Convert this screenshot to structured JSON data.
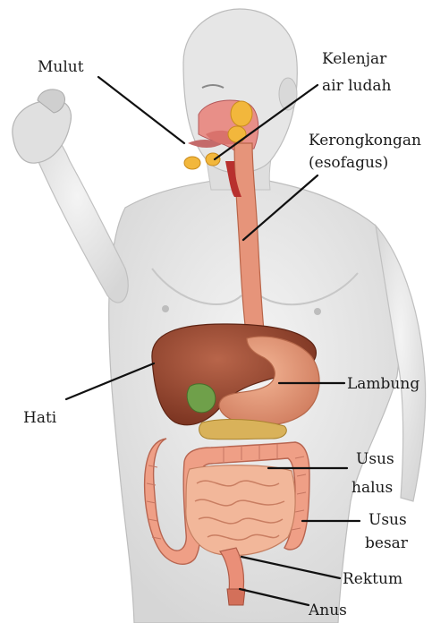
{
  "labels": {
    "mulut": "Mulut",
    "kelenjar_1": "Kelenjar",
    "kelenjar_2": "air ludah",
    "kerongkongan_1": "Kerongkongan",
    "kerongkongan_2": "(esofagus)",
    "lambung": "Lambung",
    "hati": "Hati",
    "usus_halus_1": "Usus",
    "usus_halus_2": "halus",
    "usus_besar_1": "Usus",
    "usus_besar_2": "besar",
    "rektum": "Rektum",
    "anus": "Anus"
  },
  "colors": {
    "skin": "#e9e9e9",
    "skin_shade": "#cfcfcf",
    "liver": "#9a4a2e",
    "stomach": "#e49a78",
    "esophagus": "#e6947a",
    "small_intestine": "#f2b79a",
    "large_intestine": "#ef9f86",
    "gallbladder": "#6fa04a",
    "pancreas": "#d9b25a",
    "salivary_gland": "#f2b73c"
  }
}
